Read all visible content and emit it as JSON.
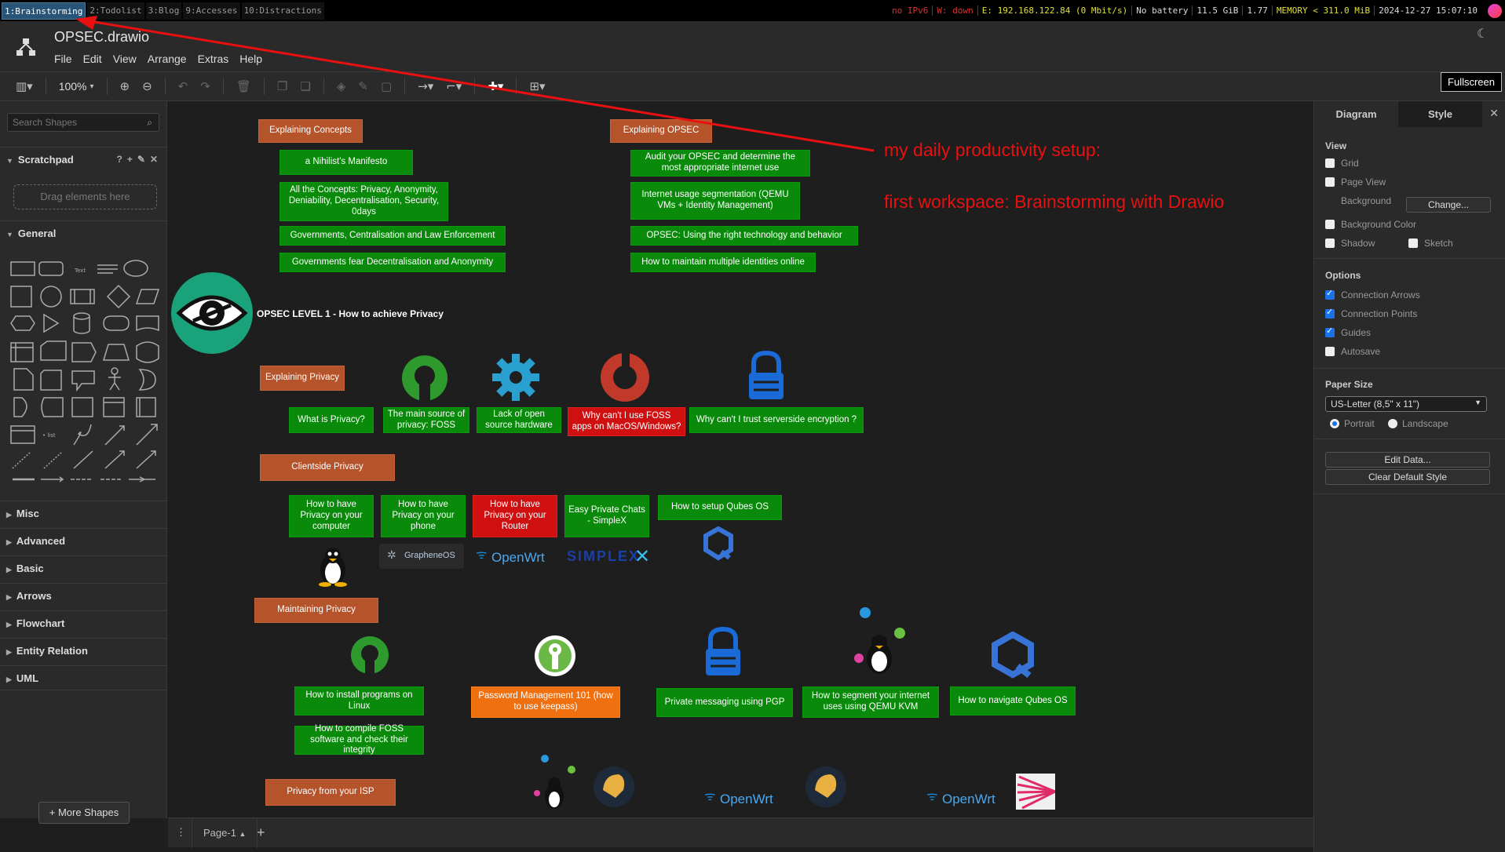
{
  "wm": {
    "workspaces": [
      "1:Brainstorming",
      "2:Todolist",
      "3:Blog",
      "9:Accesses",
      "10:Distractions"
    ],
    "status": {
      "ipv6": "no IPv6",
      "wifi": "W: down",
      "eth": "E: 192.168.122.84 (0 Mbit/s)",
      "battery": "No battery",
      "disk": "11.5 GiB",
      "load": "1.77",
      "memory": "MEMORY < 311.0 MiB",
      "datetime": "2024-12-27 15:07:10"
    }
  },
  "app": {
    "filename": "OPSEC.drawio",
    "menu": [
      "File",
      "Edit",
      "View",
      "Arrange",
      "Extras",
      "Help"
    ],
    "zoom": "100%",
    "fullscreen": "Fullscreen"
  },
  "left": {
    "search_placeholder": "Search Shapes",
    "scratchpad": "Scratchpad",
    "dropzone": "Drag elements here",
    "general": "General",
    "sections": [
      "Misc",
      "Advanced",
      "Basic",
      "Arrows",
      "Flowchart",
      "Entity Relation",
      "UML"
    ],
    "more_shapes": "+ More Shapes"
  },
  "canvas": {
    "level_title": "OPSEC LEVEL 1 - How to achieve Privacy",
    "boxes": {
      "explaining_concepts": "Explaining Concepts",
      "nihilist": "a Nihilist's Manifesto",
      "all_concepts": "All the Concepts: Privacy, Anonymity, Deniability, Decentralisation, Security, 0days",
      "governments": "Governments, Centralisation and Law Enforcement",
      "gov_fear": "Governments fear Decentralisation and Anonymity",
      "explaining_opsec": "Explaining OPSEC",
      "audit": "Audit your OPSEC and determine the most appropriate internet use",
      "segmentation": "Internet usage segmentation (QEMU VMs + Identity Management)",
      "opsec_right": "OPSEC: Using the right technology and behavior",
      "identities": "How to maintain multiple identities online",
      "explaining_privacy": "Explaining Privacy",
      "what_privacy": "What is Privacy?",
      "main_source": "The main source of privacy: FOSS",
      "lack_hw": "Lack of open source hardware",
      "why_foss": "Why can't I use FOSS apps on MacOS/Windows?",
      "why_trust": "Why can't I trust serverside encryption ?",
      "clientside": "Clientside Privacy",
      "computer": "How to have Privacy on your computer",
      "phone": "How to have Privacy on your phone",
      "router": "How to have Privacy on your Router",
      "simplex": "Easy Private Chats - SimpleX",
      "qubes_setup": "How to setup Qubes OS",
      "maintaining": "Maintaining Privacy",
      "install_linux": "How to install programs on Linux",
      "compile_foss": "How to compile FOSS software and check their integrity",
      "password": "Password Management 101 (how to use keepass)",
      "pgp": "Private messaging using PGP",
      "segment_qemu": "How to segment your internet uses using QEMU KVM",
      "navigate_qubes": "How to navigate Qubes OS",
      "isp": "Privacy from your ISP"
    },
    "logos": {
      "graphene": "GrapheneOS",
      "openwrt": "OpenWrt",
      "simplex": "SIMPLEX"
    }
  },
  "pagebar": {
    "page": "Page-1"
  },
  "right": {
    "tab_diagram": "Diagram",
    "tab_style": "Style",
    "view": "View",
    "grid": "Grid",
    "page_view": "Page View",
    "background": "Background",
    "change": "Change...",
    "bg_color": "Background Color",
    "shadow": "Shadow",
    "sketch": "Sketch",
    "options": "Options",
    "conn_arrows": "Connection Arrows",
    "conn_points": "Connection Points",
    "guides": "Guides",
    "autosave": "Autosave",
    "paper_size": "Paper Size",
    "paper_value": "US-Letter (8,5\" x 11\")",
    "portrait": "Portrait",
    "landscape": "Landscape",
    "edit_data": "Edit Data...",
    "clear_style": "Clear Default Style"
  },
  "annotation": {
    "line1": "my daily productivity setup:",
    "line2": "first workspace: Brainstorming with Drawio",
    "color": "#e81010"
  }
}
